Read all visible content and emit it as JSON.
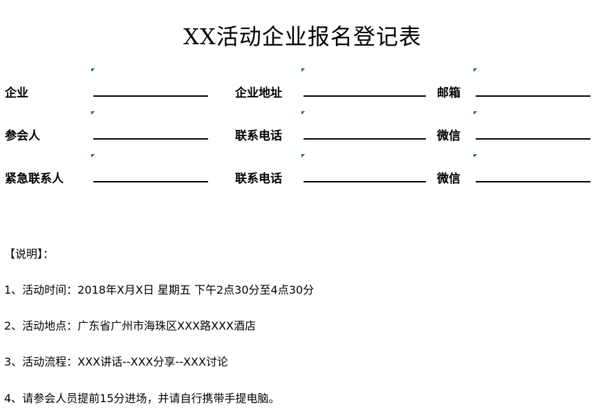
{
  "title": "XX活动企业报名登记表",
  "form": {
    "rows": [
      {
        "label1": "企业",
        "label2": "企业地址",
        "label3": "邮箱"
      },
      {
        "label1": "参会人",
        "label2": "联系电话",
        "label3": "微信"
      },
      {
        "label1": "紧急联系人",
        "label2": "联系电话",
        "label3": "微信"
      }
    ]
  },
  "notes": {
    "heading": "【说明】：",
    "items": [
      "1、活动时间：2018年X月X日 星期五 下午2点30分至4点30分",
      "2、活动地点：广东省广州市海珠区XXX路XXX酒店",
      "3、活动流程：XXX讲话--XXX分享--XXX讨论",
      "4、请参会人员提前15分进场，并请自行携带手提电脑。"
    ]
  },
  "colors": {
    "marker": "#1e6b1e",
    "text": "#000000",
    "background": "#ffffff"
  }
}
